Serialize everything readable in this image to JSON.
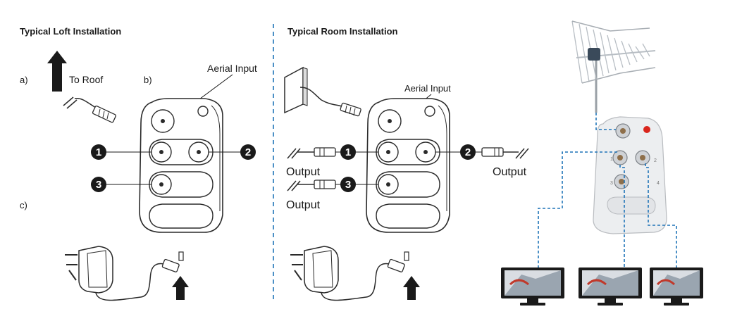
{
  "loft": {
    "title": "Typical Loft Installation",
    "label_a": "a)",
    "label_b": "b)",
    "label_c": "c)",
    "to_roof": "To Roof",
    "aerial_input": "Aerial Input"
  },
  "room": {
    "title": "Typical Room Installation",
    "aerial_input": "Aerial Input",
    "output_1": "Output",
    "output_2": "Output",
    "output_3": "Output"
  },
  "port_numbers": [
    "1",
    "2",
    "3"
  ],
  "amp_labels": [
    "1",
    "2",
    "3",
    "4"
  ],
  "colors": {
    "divider": "#1f74b8",
    "signal_line": "#1f74b8",
    "ink": "#1a1a1a",
    "amp_body": "#eceef0",
    "led": "#d9251c"
  }
}
